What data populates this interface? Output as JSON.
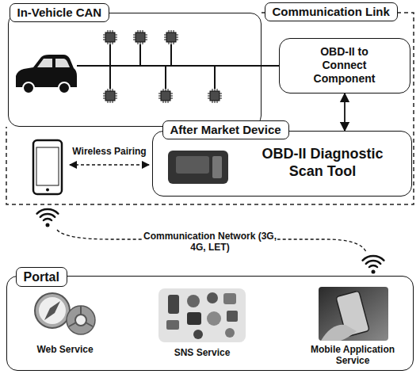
{
  "diagram": {
    "nodes": [
      {
        "text": [
          "In-Vehicle CAN"
        ]
      },
      {
        "text": [
          "Communication Link"
        ]
      },
      {
        "text": [
          "OBD-II to Connect Component"
        ],
        "in": 1
      },
      {
        "text": [
          "After Market Device",
          "OBD-II Diagnostic Scan Tool"
        ],
        "in": 1
      },
      {
        "text": [
          "Portal"
        ]
      }
    ],
    "edges": [
      {
        "from": 0,
        "to": 2,
        "arrow": "none"
      },
      {
        "from": 2,
        "to": 3,
        "arrow": "both"
      }
    ],
    "labels": [
      "Wireless Pairing",
      "Communication Network (3G, 4G, LET)",
      "Web Service",
      "SNS Service",
      "Mobile Application Service"
    ]
  }
}
